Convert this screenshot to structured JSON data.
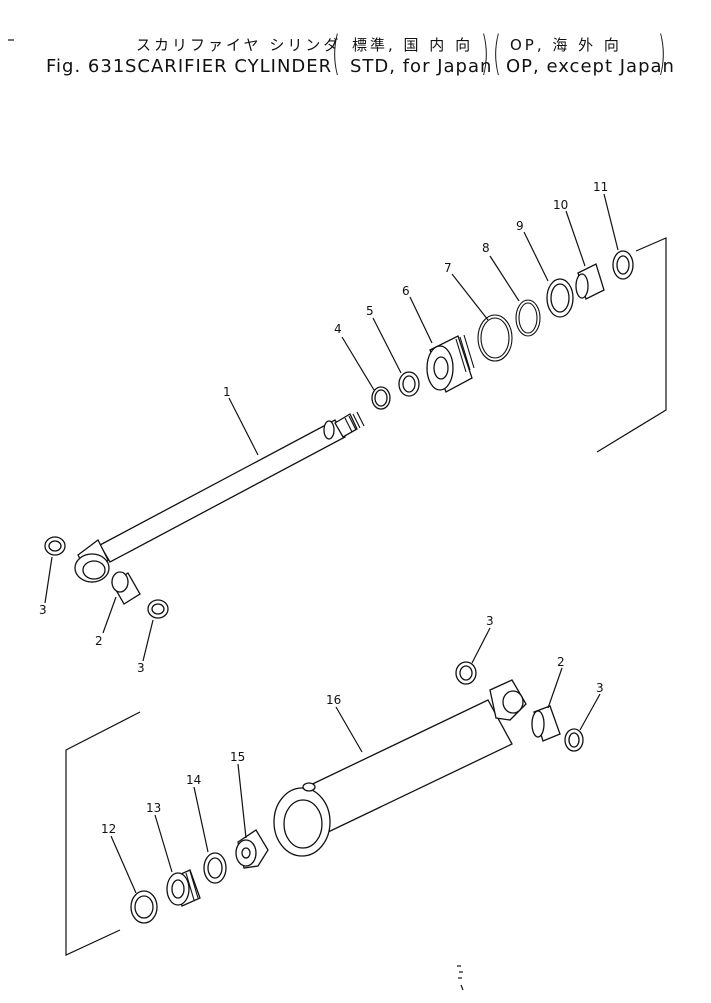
{
  "header": {
    "fig_label": "Fig. 631",
    "title_jp": "スカリファイヤ シリンダ",
    "title_en": "SCARIFIER  CYLINDER",
    "variant_std_jp": "標準, 国 内 向",
    "variant_std_en": "STD, for  Japan",
    "variant_op_jp": "OP,  海   外   向",
    "variant_op_en": "OP, except  Japan"
  },
  "callouts": [
    "1",
    "2",
    "3",
    "3",
    "4",
    "5",
    "6",
    "7",
    "8",
    "9",
    "10",
    "11",
    "3",
    "2",
    "3",
    "16",
    "15",
    "14",
    "13",
    "12"
  ]
}
